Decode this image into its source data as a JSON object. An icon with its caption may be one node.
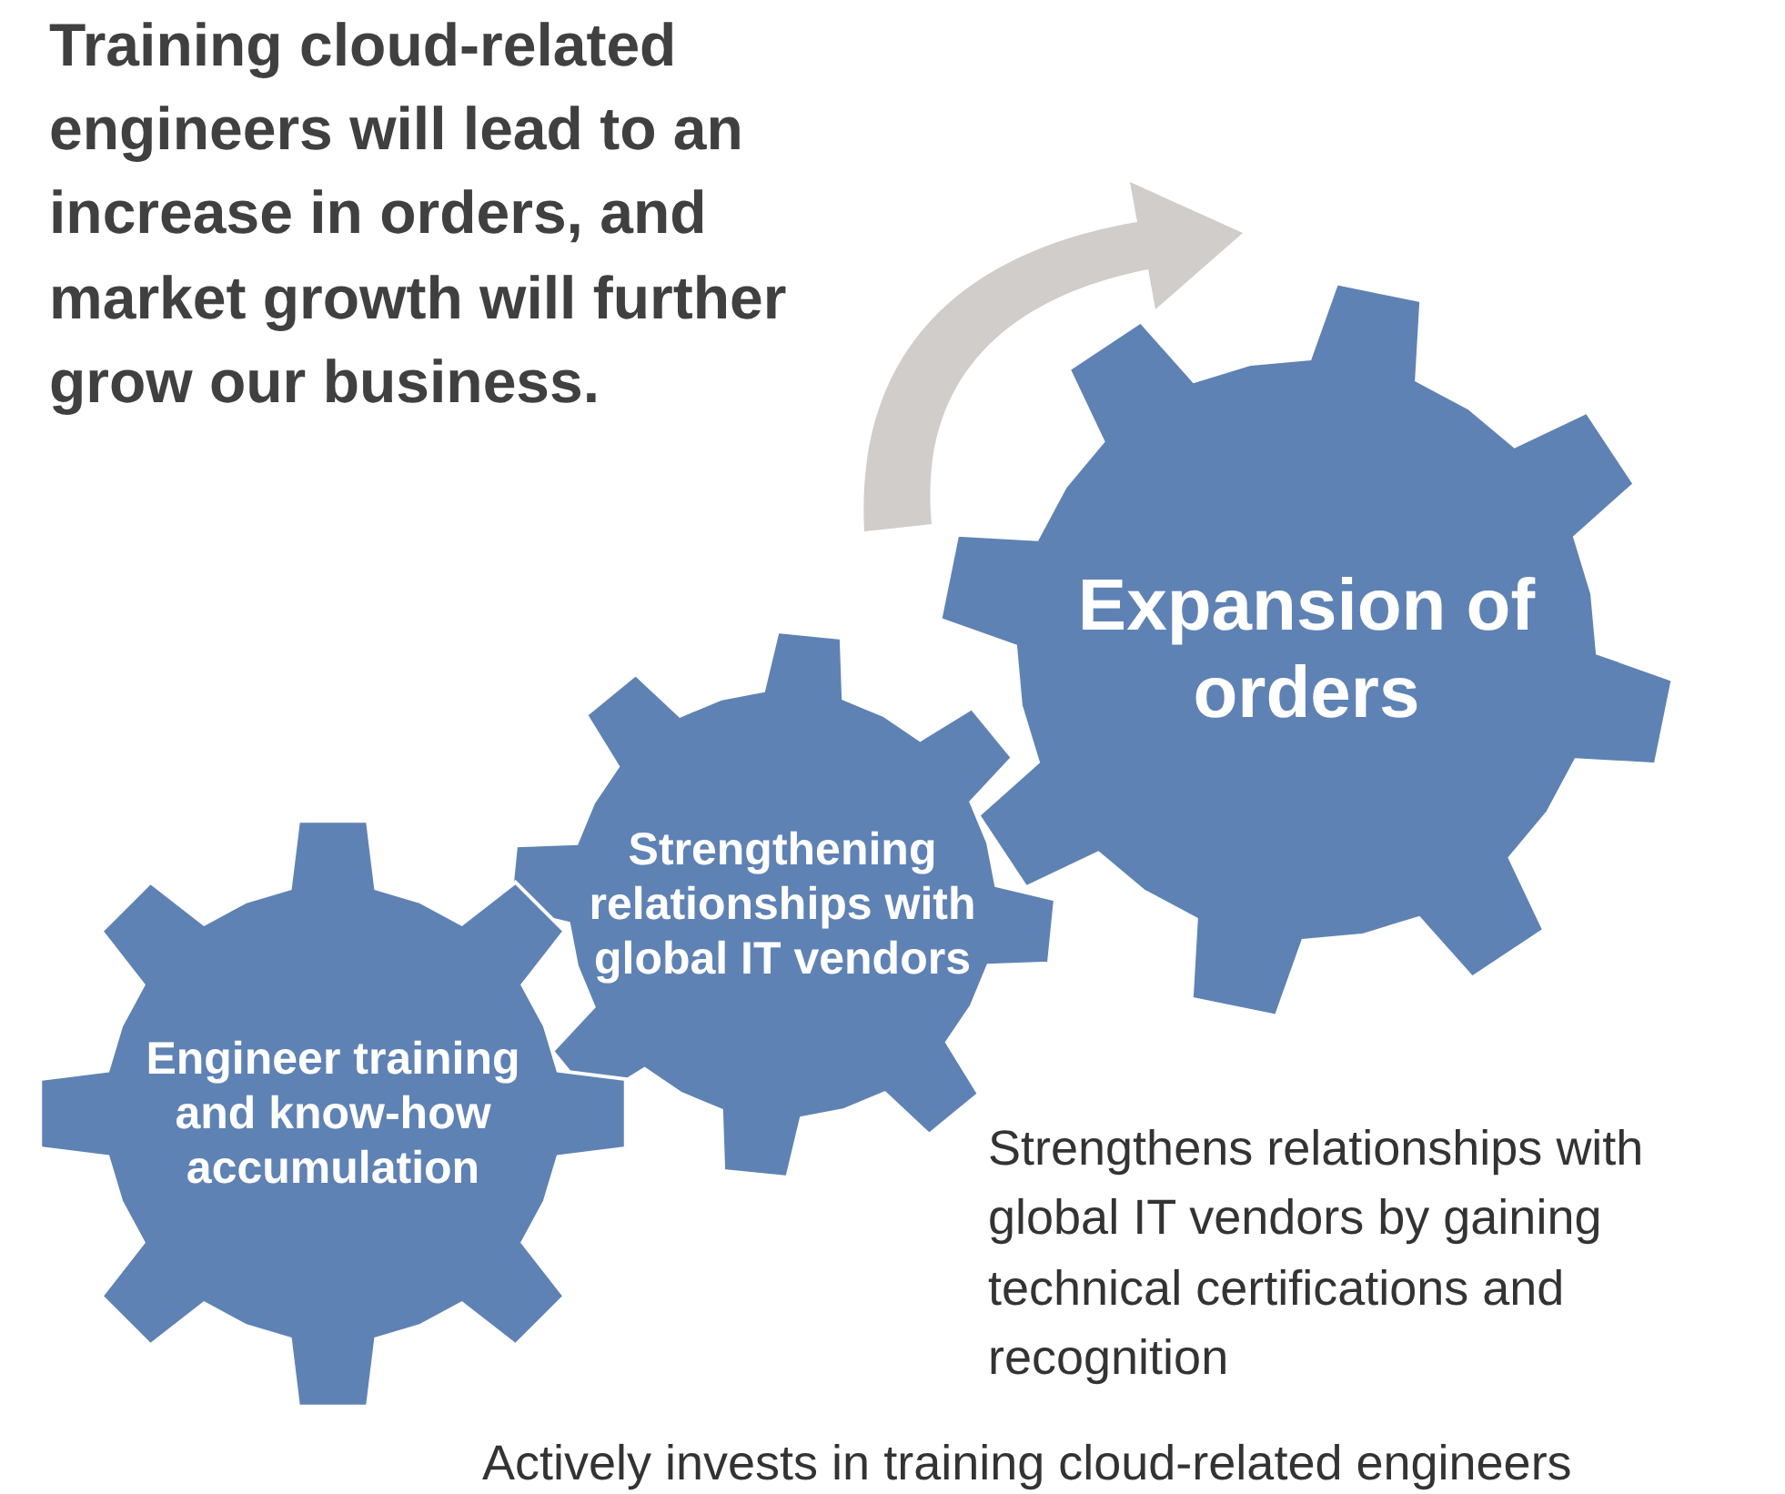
{
  "diagram": {
    "title": "Training cloud-related engineers will lead to an increase in orders, and market growth will further grow our business.",
    "nodes": [
      {
        "text": [
          "Expansion of orders"
        ]
      },
      {
        "text": [
          "Strengthening relationships with global IT vendors"
        ]
      },
      {
        "text": [
          "Engineer training and know-how accumulation"
        ]
      }
    ],
    "labels": [
      "Strengthens relationships with global IT vendors by gaining technical certifications and recognition",
      "Actively invests in training cloud-related engineers"
    ]
  }
}
